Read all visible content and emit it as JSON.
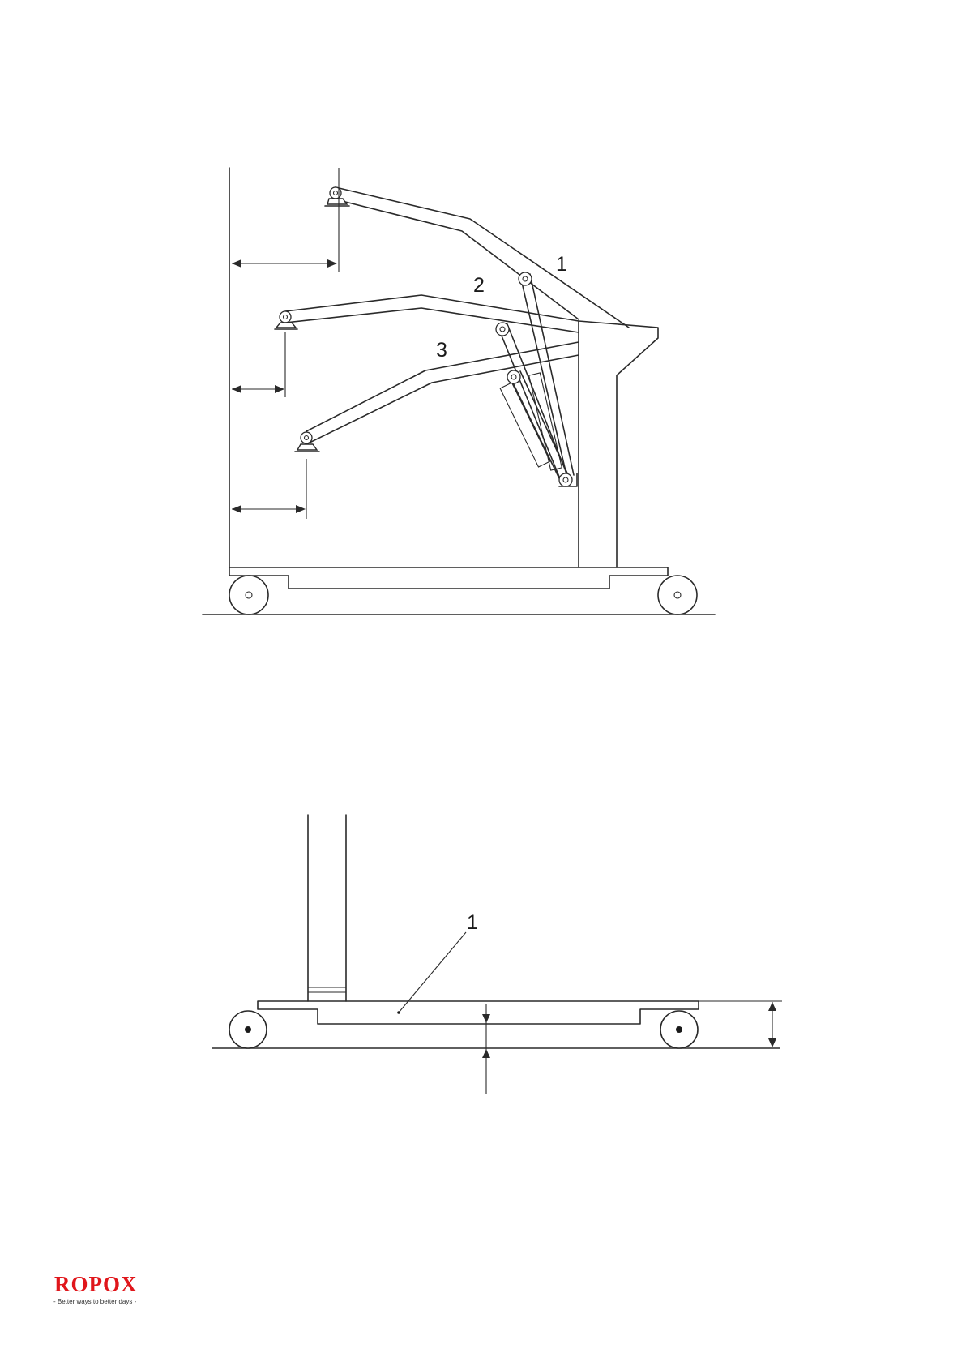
{
  "diagram_top": {
    "arm_labels": [
      "1",
      "2",
      "3"
    ]
  },
  "diagram_bottom": {
    "part_label": "1"
  },
  "logo": {
    "name": "ROPOX",
    "tagline": "- Better ways to better days -",
    "brand_color": "#e0161b"
  }
}
